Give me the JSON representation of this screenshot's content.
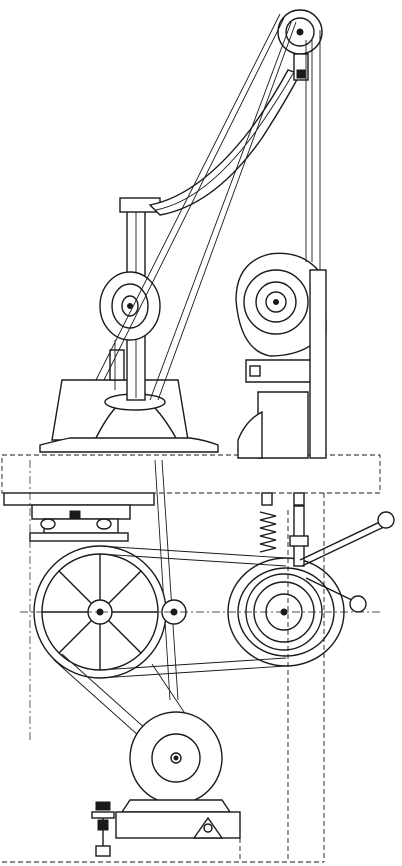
{
  "diagram": {
    "colors": {
      "ink": "#1a1a1a",
      "paper": "#ffffff"
    },
    "components": [
      "overhead-pulley",
      "crane-arm",
      "column-pedestal",
      "left-wheel",
      "right-wheel-guard",
      "table-slab",
      "under-bracket",
      "large-spoked-flywheel",
      "idler-pulley",
      "right-stepped-pulley",
      "tension-spring",
      "control-lever",
      "motor-pulley",
      "motor-base",
      "leveling-screw",
      "drive-belts"
    ]
  }
}
